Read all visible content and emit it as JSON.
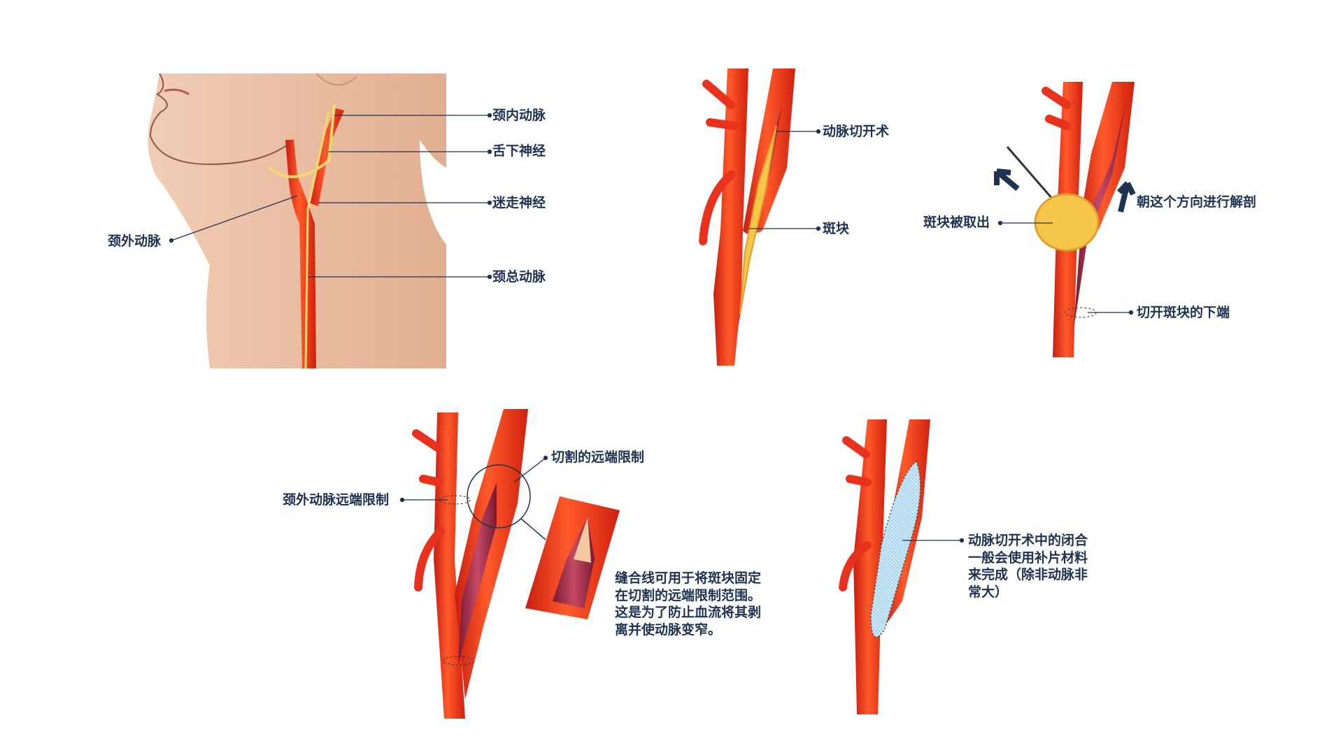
{
  "panel_anatomy": {
    "labels": {
      "internal_carotid": "颈内动脉",
      "hypoglossal_nerve": "舌下神经",
      "vagus_nerve": "迷走神经",
      "common_carotid": "颈总动脉",
      "external_carotid": "颈外动脉"
    }
  },
  "panel_incision": {
    "labels": {
      "arteriotomy": "动脉切开术",
      "plaque": "斑块"
    }
  },
  "panel_removal": {
    "labels": {
      "plaque_removed": "斑块被取出",
      "dissect_direction": "朝这个方向进行解剖",
      "cut_lower_end": "切开斑块的下端"
    }
  },
  "panel_limits": {
    "labels": {
      "external_distal_limit": "颈外动脉远端限制",
      "cut_distal_limit": "切割的远端限制"
    },
    "note_lines": [
      "缝合线可用于将斑块固定",
      "在切割的远端限制范围。",
      "这是为了防止血流将其剥",
      "离并使动脉变窄。"
    ]
  },
  "panel_closure": {
    "note_lines": [
      "动脉切开术中的闭合",
      "一般会使用补片材料",
      "来完成（除非动脉非",
      "常大）"
    ]
  },
  "colors": {
    "text": "#1e3352",
    "artery": "#e8321e",
    "artery_light": "#ff6a3a",
    "lumen": "#a8324a",
    "plaque": "#f5c64a",
    "skin": "#e9b99c",
    "patch": "#bfe3f5"
  }
}
